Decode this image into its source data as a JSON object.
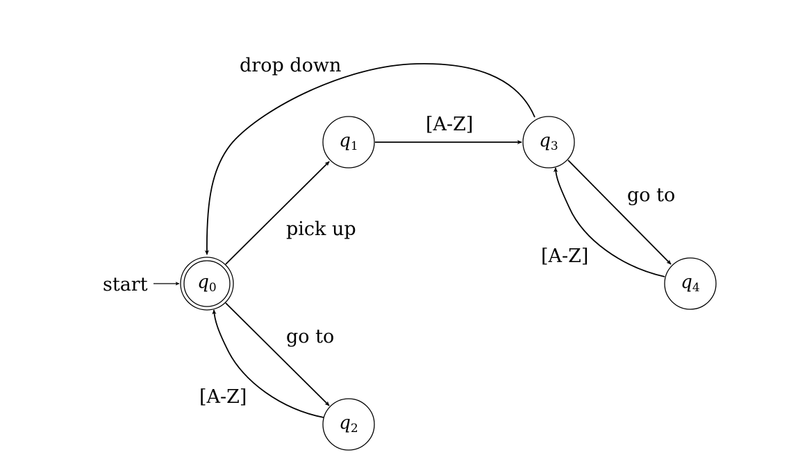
{
  "start_label": "start",
  "states": [
    {
      "id": "q0",
      "name": "q",
      "sub": "0",
      "accepting": true
    },
    {
      "id": "q1",
      "name": "q",
      "sub": "1",
      "accepting": false
    },
    {
      "id": "q2",
      "name": "q",
      "sub": "2",
      "accepting": false
    },
    {
      "id": "q3",
      "name": "q",
      "sub": "3",
      "accepting": false
    },
    {
      "id": "q4",
      "name": "q",
      "sub": "4",
      "accepting": false
    }
  ],
  "transitions": [
    {
      "from": "q0",
      "to": "q1",
      "label": "pick up"
    },
    {
      "from": "q1",
      "to": "q3",
      "label": "[A-Z]"
    },
    {
      "from": "q3",
      "to": "q0",
      "label": "drop down"
    },
    {
      "from": "q3",
      "to": "q4",
      "label": "go to"
    },
    {
      "from": "q4",
      "to": "q3",
      "label": "[A-Z]"
    },
    {
      "from": "q0",
      "to": "q2",
      "label": "go to"
    },
    {
      "from": "q2",
      "to": "q0",
      "label": "[A-Z]"
    }
  ]
}
